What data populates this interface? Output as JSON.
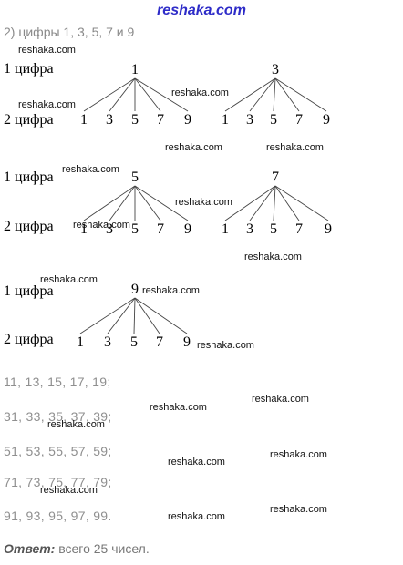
{
  "header": {
    "logo": "reshaka.com"
  },
  "intro": "2) цифры 1, 3, 5, 7 и 9",
  "levels": {
    "first": "1 цифра",
    "second": "2 цифра"
  },
  "trees": [
    {
      "root": "1",
      "leaves": [
        "1",
        "3",
        "5",
        "7",
        "9"
      ]
    },
    {
      "root": "3",
      "leaves": [
        "1",
        "3",
        "5",
        "7",
        "9"
      ]
    },
    {
      "root": "5",
      "leaves": [
        "1",
        "3",
        "5",
        "7",
        "9"
      ]
    },
    {
      "root": "7",
      "leaves": [
        "1",
        "3",
        "5",
        "7",
        "9"
      ]
    },
    {
      "root": "9",
      "leaves": [
        "1",
        "3",
        "5",
        "7",
        "9"
      ]
    }
  ],
  "number_rows": [
    "11, 13, 15, 17, 19;",
    "31, 33, 35, 37, 39;",
    "51, 53, 55, 57, 59;",
    "71, 73, 75, 77, 79;",
    "91, 93, 95, 97, 99."
  ],
  "answer": {
    "label": "Ответ:",
    "text": " всего 25 чисел."
  },
  "watermark": "reshaka.com"
}
